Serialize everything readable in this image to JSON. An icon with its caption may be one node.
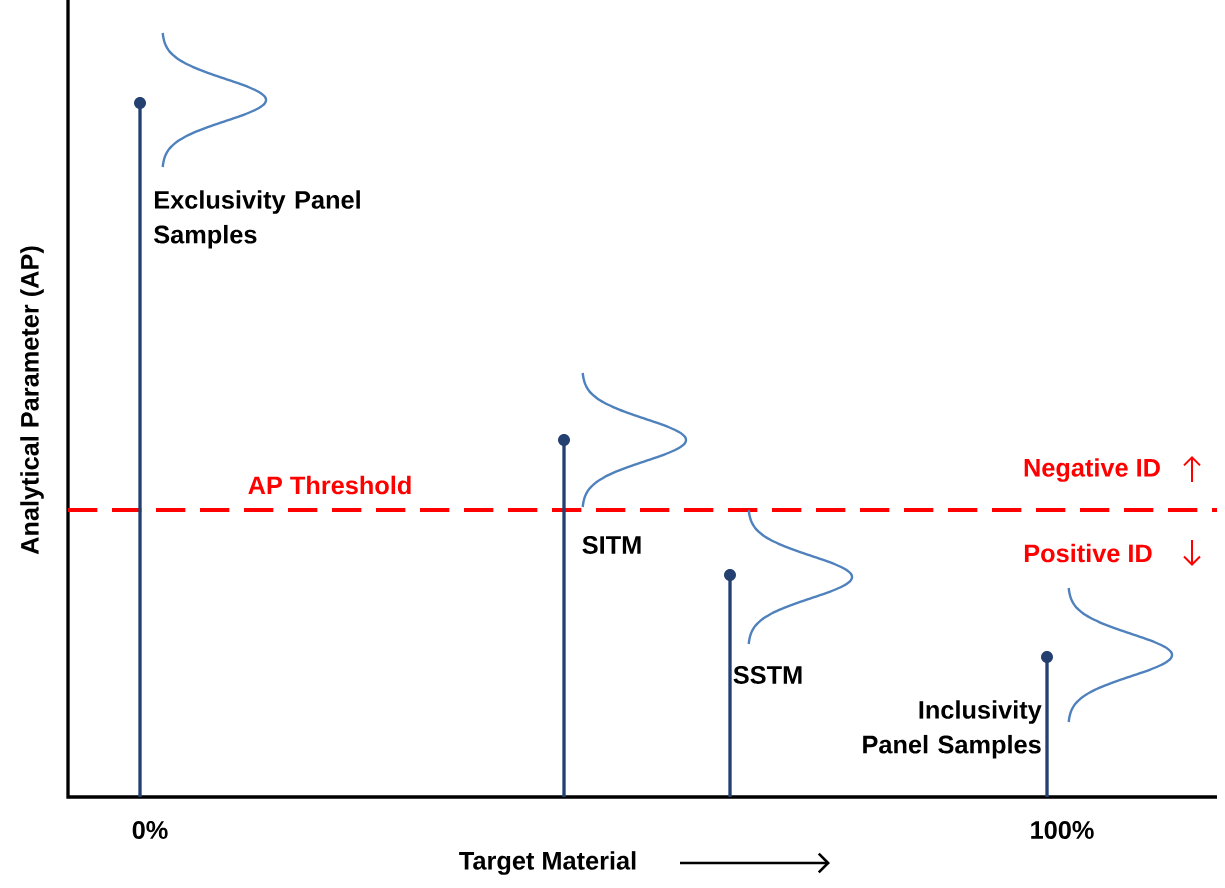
{
  "diagram": {
    "labels": [
      "Exclusivity Panel Samples",
      "AP Threshold",
      "Negative ID",
      "SITM",
      "Positive ID",
      "SSTM",
      "Inclusivity Panel Samples",
      "0%",
      "100%",
      "Analytical Parameter (AP)",
      "Target Material"
    ]
  }
}
